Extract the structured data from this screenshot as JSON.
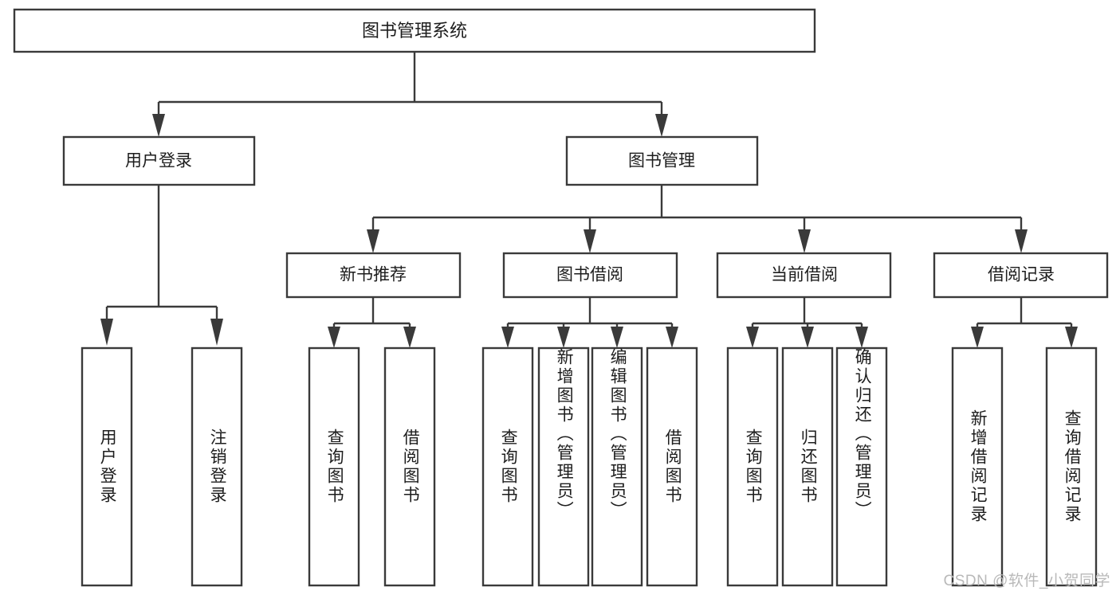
{
  "diagram": {
    "title": "图书管理系统",
    "type": "tree-hierarchy-diagram",
    "colors": {
      "background": "#ffffff",
      "box_fill": "#ffffff",
      "box_stroke": "#3a3a3a",
      "connector": "#3a3a3a",
      "text": "#1d1d1d",
      "watermark": "#b9b9b9"
    },
    "root": {
      "label": "图书管理系统"
    },
    "level2": [
      {
        "label": "用户登录"
      },
      {
        "label": "图书管理"
      }
    ],
    "level3": [
      {
        "label": "新书推荐"
      },
      {
        "label": "图书借阅"
      },
      {
        "label": "当前借阅"
      },
      {
        "label": "借阅记录"
      }
    ],
    "leaves": {
      "user_login": [
        {
          "label": "用户登录"
        },
        {
          "label": "注销登录"
        }
      ],
      "new_book_recommend": [
        {
          "label": "查询图书"
        },
        {
          "label": "借阅图书"
        }
      ],
      "book_borrow": [
        {
          "label": "查询图书"
        },
        {
          "label": "新增图书（管理员）"
        },
        {
          "label": "编辑图书（管理员）"
        },
        {
          "label": "借阅图书"
        }
      ],
      "current_borrow": [
        {
          "label": "查询图书"
        },
        {
          "label": "归还图书"
        },
        {
          "label": "确认归还（管理员）"
        }
      ],
      "borrow_record": [
        {
          "label": "新增借阅记录"
        },
        {
          "label": "查询借阅记录"
        }
      ]
    }
  },
  "watermark": {
    "text": "CSDN @软件_小贺同学"
  }
}
